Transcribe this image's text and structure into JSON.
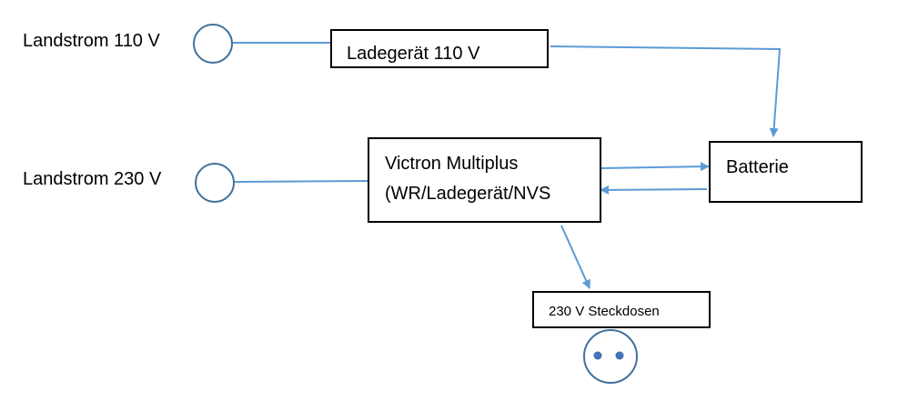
{
  "diagram": {
    "nodes": {
      "shore_110": {
        "label": "Landstrom 110 V"
      },
      "shore_230": {
        "label": "Landstrom 230 V"
      },
      "charger_110": {
        "label": "Ladegerät 110 V"
      },
      "multiplus": {
        "line1": "Victron Multiplus",
        "line2": "(WR/Ladegerät/NVS"
      },
      "battery": {
        "label": "Batterie"
      },
      "outlets": {
        "label": "230 V Steckdosen"
      }
    },
    "edges": [
      {
        "from": "shore_110",
        "to": "charger_110",
        "arrow": false
      },
      {
        "from": "charger_110",
        "to": "battery",
        "arrow": true
      },
      {
        "from": "shore_230",
        "to": "multiplus",
        "arrow": false
      },
      {
        "from": "multiplus",
        "to": "battery",
        "arrow": true
      },
      {
        "from": "battery",
        "to": "multiplus",
        "arrow": true
      },
      {
        "from": "multiplus",
        "to": "outlets",
        "arrow": true
      }
    ],
    "colors": {
      "connector": "#5b9bd5",
      "node_border": "#000000",
      "circle": "#41719c",
      "socket_pin": "#4472c4"
    }
  }
}
